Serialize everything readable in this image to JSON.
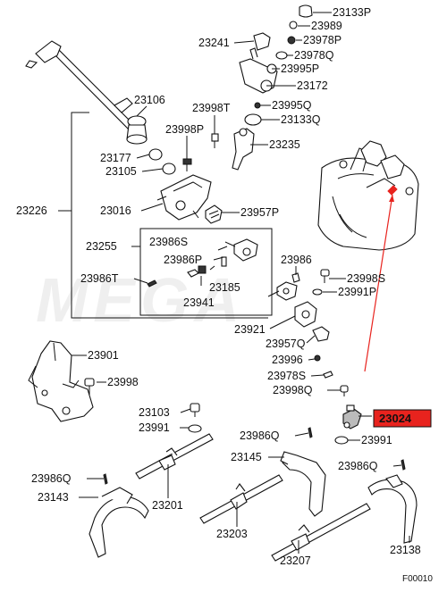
{
  "labels": {
    "p23133P": "23133P",
    "p23989": "23989",
    "p23978P": "23978P",
    "p23241": "23241",
    "p23978Q": "23978Q",
    "p23995P": "23995P",
    "p23172": "23172",
    "p23106": "23106",
    "p23998T": "23998T",
    "p23995Q": "23995Q",
    "p23133Q": "23133Q",
    "p23998P": "23998P",
    "p23235": "23235",
    "p23177": "23177",
    "p23105": "23105",
    "p23226": "23226",
    "p23016": "23016",
    "p23957P": "23957P",
    "p23986S": "23986S",
    "p23255": "23255",
    "p23986P": "23986P",
    "p23986": "23986",
    "p23986T": "23986T",
    "p23185": "23185",
    "p23998S": "23998S",
    "p23941": "23941",
    "p23991P": "23991P",
    "p23921": "23921",
    "p23957Q": "23957Q",
    "p23901": "23901",
    "p23996": "23996",
    "p23978S": "23978S",
    "p23998": "23998",
    "p23998Q": "23998Q",
    "p23103": "23103",
    "p23024": "23024",
    "p23991a": "23991",
    "p23991b": "23991",
    "p23986Q1": "23986Q",
    "p23145": "23145",
    "p23986Q2": "23986Q",
    "p23986Q3": "23986Q",
    "p23143": "23143",
    "p23201": "23201",
    "p23203": "23203",
    "p23138": "23138",
    "p23207": "23207"
  },
  "highlight_color": "#e8231e",
  "arrow_color": "#e8231e",
  "diagram_code": "F00010",
  "watermark": "MEGA"
}
